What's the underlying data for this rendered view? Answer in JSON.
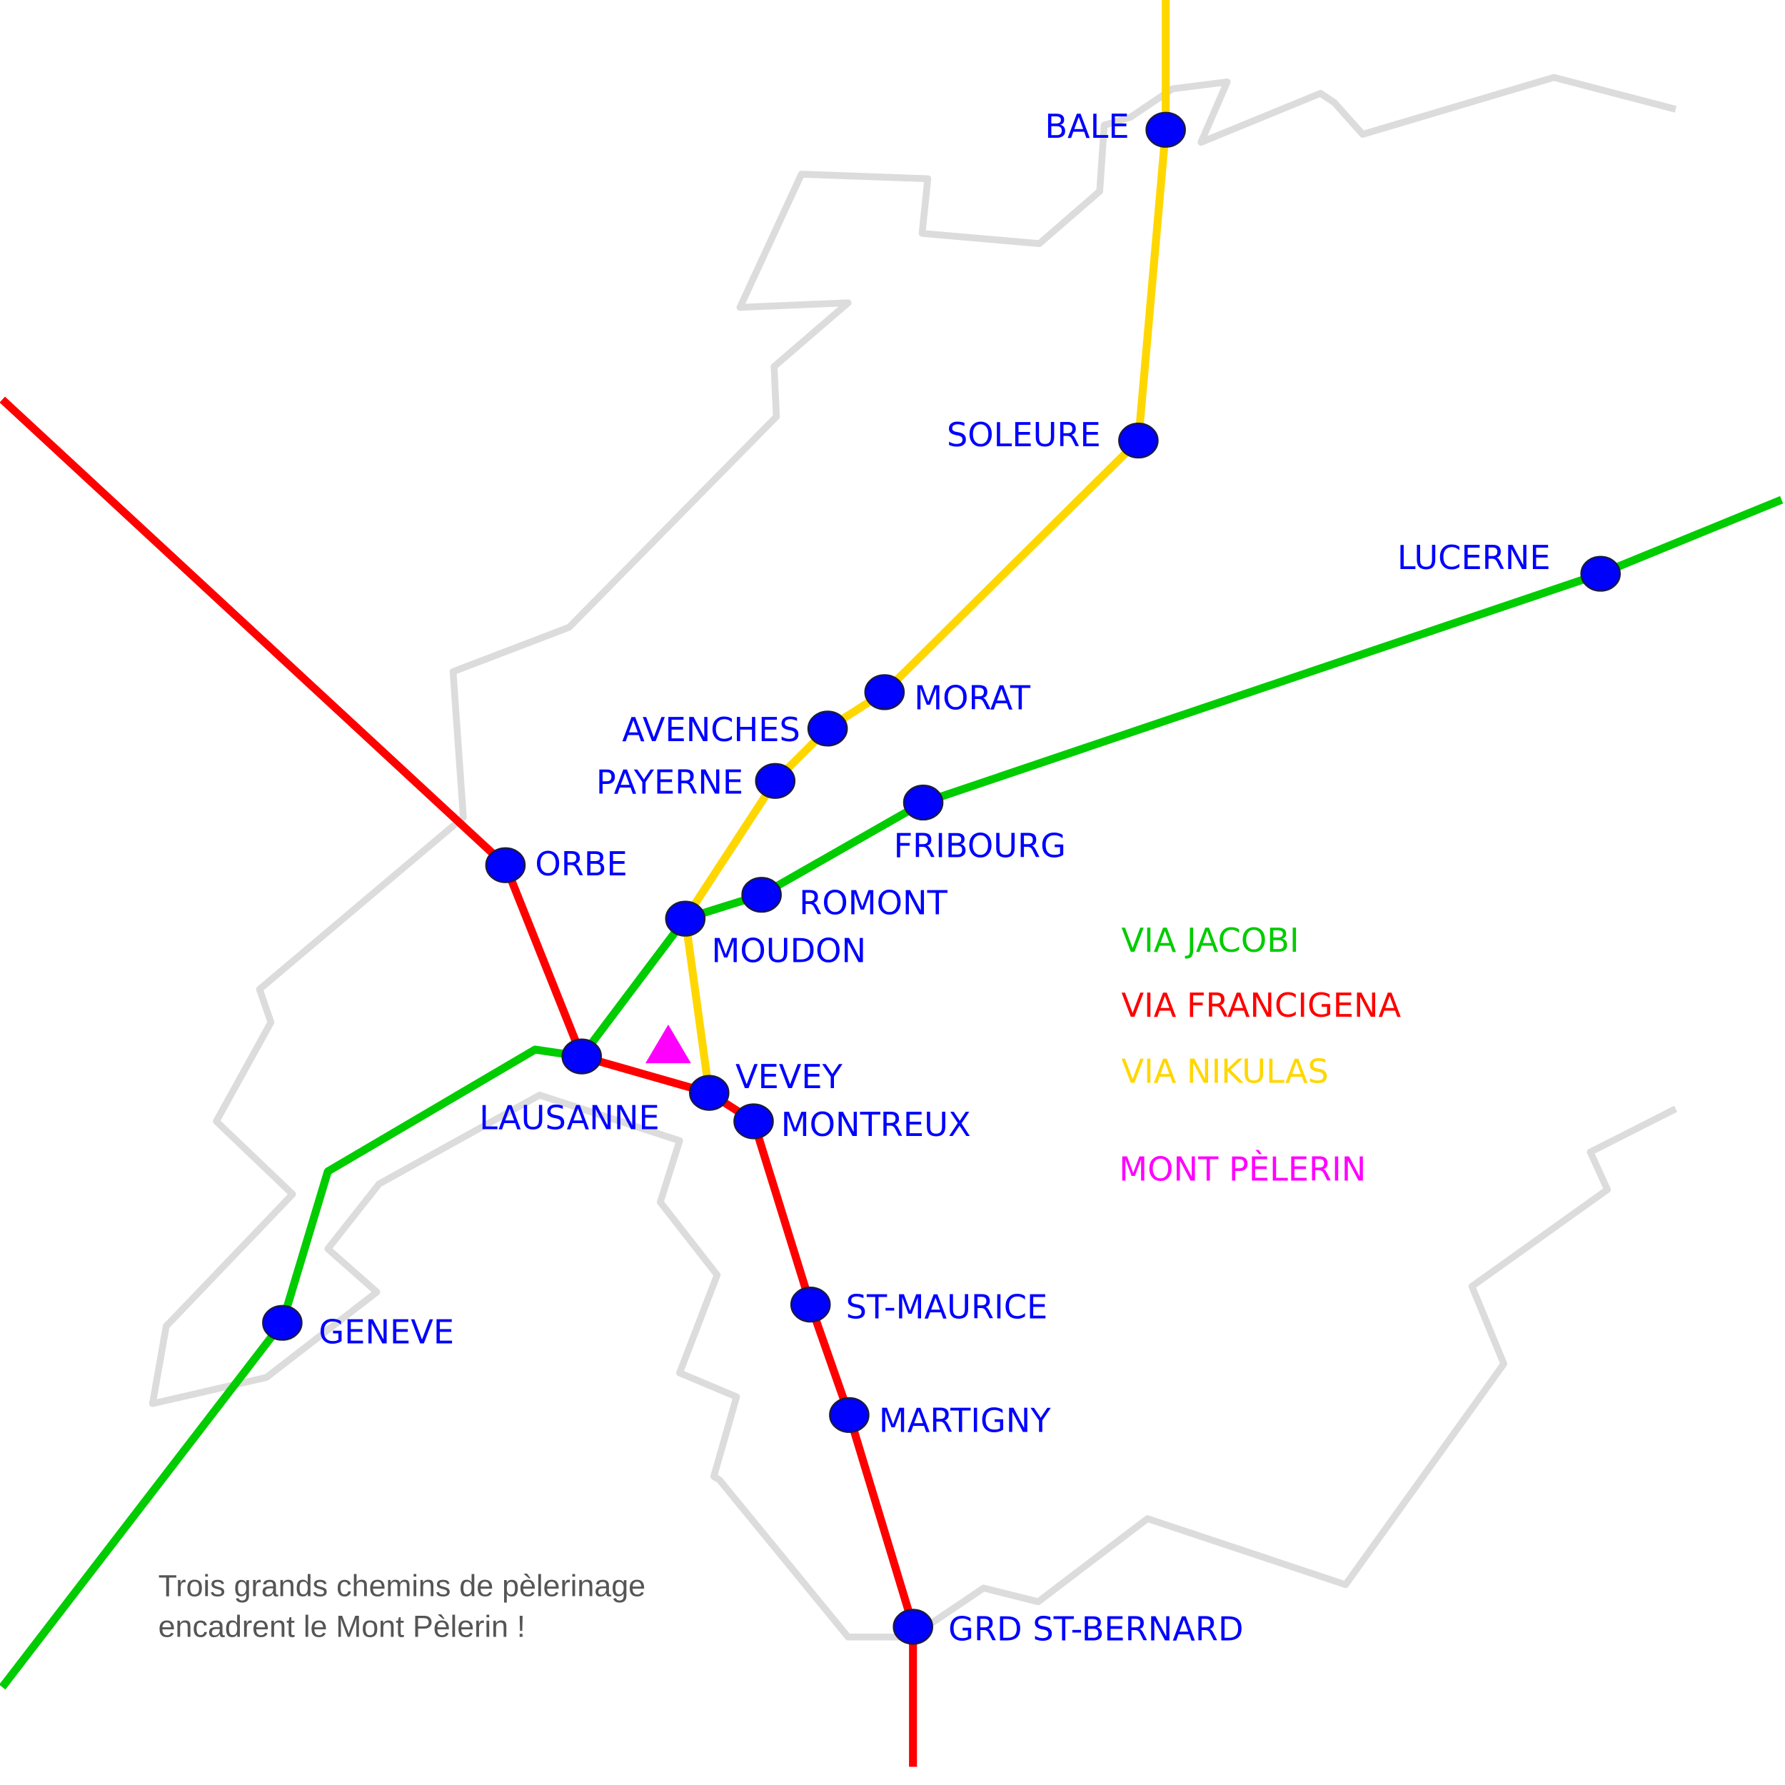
{
  "stations": {
    "bale": "BALE",
    "soleure": "SOLEURE",
    "lucerne": "LUCERNE",
    "morat": "MORAT",
    "avenches": "AVENCHES",
    "payerne": "PAYERNE",
    "fribourg": "FRIBOURG",
    "orbe": "ORBE",
    "romont": "ROMONT",
    "moudon": "MOUDON",
    "vevey": "VEVEY",
    "lausanne": "LAUSANNE",
    "montreux": "MONTREUX",
    "geneve": "GENEVE",
    "st_maurice": "ST-MAURICE",
    "martigny": "MARTIGNY",
    "grd_st_bernard": "GRD ST-BERNARD"
  },
  "legend": {
    "jacobi": {
      "label": "VIA JACOBI",
      "color": "#00cc00"
    },
    "francigena": {
      "label": "VIA FRANCIGENA",
      "color": "#ff0000"
    },
    "nikulas": {
      "label": "VIA NIKULAS",
      "color": "#ffd700"
    },
    "pelerin": {
      "label": "MONT PÈLERIN",
      "color": "#ff00ff"
    }
  },
  "caption": {
    "line1": "Trois grands chemins de pèlerinage",
    "line2": "encadrent le Mont Pèlerin !"
  }
}
